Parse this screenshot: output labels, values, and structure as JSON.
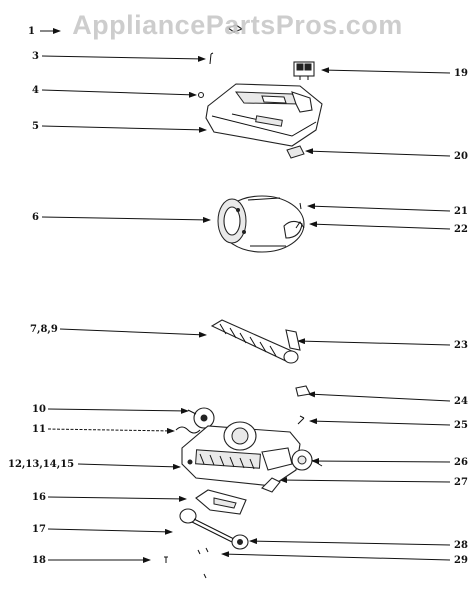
{
  "watermark": "AppliancePartsPros.com",
  "callouts": [
    {
      "id": "c1",
      "text": "1"
    },
    {
      "id": "c3",
      "text": "3"
    },
    {
      "id": "c4",
      "text": "4"
    },
    {
      "id": "c5",
      "text": "5"
    },
    {
      "id": "c6",
      "text": "6"
    },
    {
      "id": "c789",
      "text": "7,8,9"
    },
    {
      "id": "c10",
      "text": "10"
    },
    {
      "id": "c11",
      "text": "11"
    },
    {
      "id": "c12",
      "text": "12,13,14,15"
    },
    {
      "id": "c16",
      "text": "16"
    },
    {
      "id": "c17",
      "text": "17"
    },
    {
      "id": "c18",
      "text": "18"
    },
    {
      "id": "c19",
      "text": "19"
    },
    {
      "id": "c20",
      "text": "20"
    },
    {
      "id": "c21",
      "text": "21"
    },
    {
      "id": "c22",
      "text": "22"
    },
    {
      "id": "c23",
      "text": "23"
    },
    {
      "id": "c24",
      "text": "24"
    },
    {
      "id": "c25",
      "text": "25"
    },
    {
      "id": "c26",
      "text": "26"
    },
    {
      "id": "c27",
      "text": "27"
    },
    {
      "id": "c28",
      "text": "28"
    },
    {
      "id": "c29",
      "text": "29"
    }
  ]
}
